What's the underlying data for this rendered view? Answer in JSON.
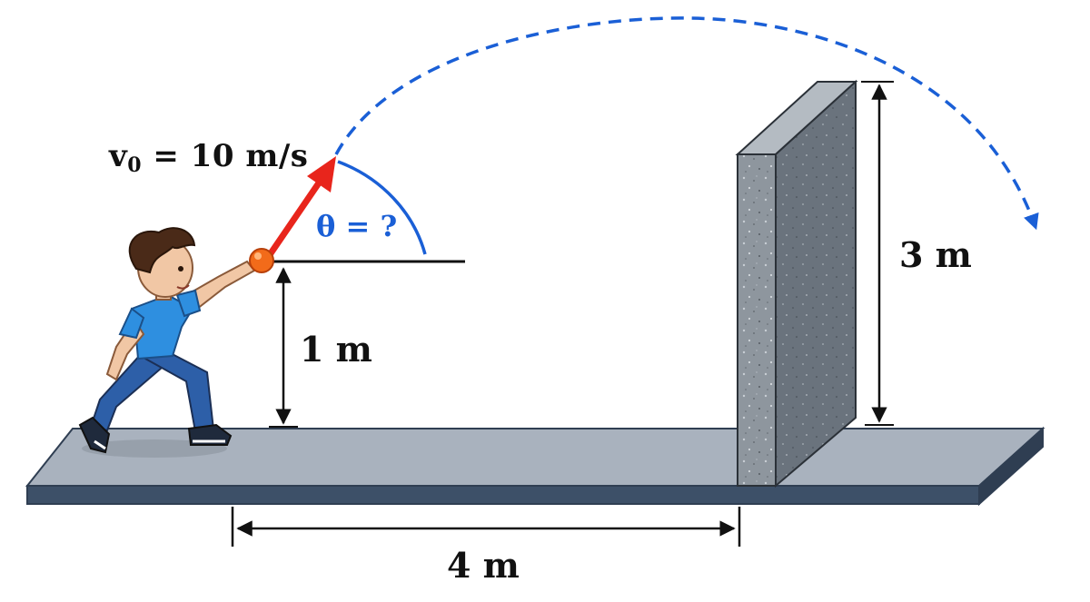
{
  "labels": {
    "v0_symbol": "v",
    "v0_subscript": "0",
    "v0_value": "= 10 m/s",
    "angle": "θ = ?",
    "launch_height": "1 m",
    "wall_height": "3 m",
    "wall_distance": "4 m"
  },
  "colors": {
    "trajectory": "#1a5fd6",
    "velocity_arrow": "#e8251c",
    "angle_arc": "#1a5fd6",
    "ground_top": "#a9b2be",
    "ground_side": "#3d5068",
    "wall_front": "#8e969e",
    "wall_side": "#6a737d",
    "ball": "#f26b1a",
    "shirt": "#2e8fe0",
    "jeans": "#2d5fa8"
  }
}
